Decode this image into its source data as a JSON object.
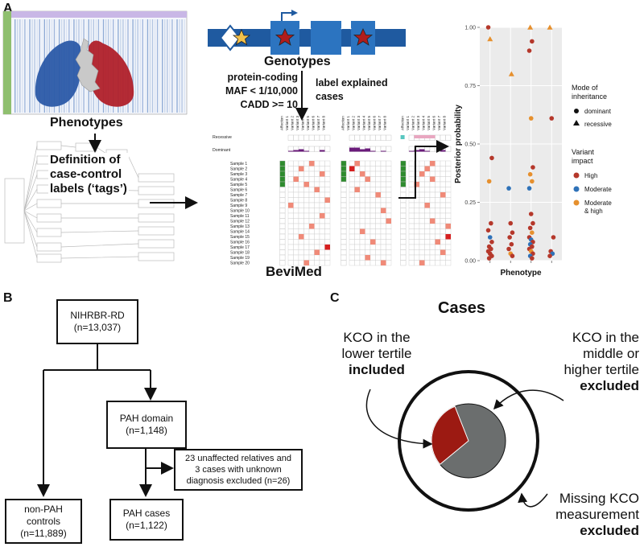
{
  "panel_a": {
    "letter": "A",
    "phenotypes": "Phenotypes",
    "genotypes": "Genotypes",
    "filter_line1": "protein-coding",
    "filter_line2": "MAF < 1/10,000",
    "filter_line3": "CADD >= 10",
    "label_explained_1": "label explained",
    "label_explained_2": "cases",
    "definition_1": "Definition of",
    "definition_2": "case-control",
    "definition_3": "labels (‘tags’)",
    "bevimed": "BeviMed",
    "matrix_row_recessive": "Recessive",
    "matrix_row_dominant": "Dominant",
    "matrix_col_affection": "Affection",
    "variant_labels": [
      "Variant 1",
      "Variant 2",
      "Variant 3",
      "Variant 4",
      "Variant 5",
      "Variant 6",
      "Variant 7",
      "Variant 8"
    ],
    "sample_labels": [
      "Sample 1",
      "Sample 2",
      "Sample 3",
      "Sample 4",
      "Sample 5",
      "Sample 6",
      "Sample 7",
      "Sample 8",
      "Sample 9",
      "Sample 10",
      "Sample 11",
      "Sample 12",
      "Sample 13",
      "Sample 14",
      "Sample 15",
      "Sample 16",
      "Sample 17",
      "Sample 18",
      "Sample 19",
      "Sample 20"
    ],
    "colors": {
      "lung_left": "#2b5aa8",
      "lung_right": "#b0202a",
      "affected": "#2e8b2e",
      "variant_cell": "#f08a78",
      "variant_strong": "#d61f1f",
      "dominant_bar": "#6a1b7a",
      "recessive_bar": "#e8a6c0",
      "gene_blue": "#2766b0",
      "star_red": "#b01c1c",
      "star_gold": "#f2c04a"
    }
  },
  "chart_data": {
    "type": "scatter",
    "ylabel": "Posterior probability",
    "xlabel": "Phenotype",
    "ylim": [
      0,
      1
    ],
    "yticks": [
      "0.00",
      "0.25",
      "0.50",
      "0.75",
      "1.00"
    ],
    "legend": {
      "mode_title_1": "Mode of",
      "mode_title_2": "inheritance",
      "mode_items": [
        "dominant",
        "recessive"
      ],
      "impact_title_1": "Variant",
      "impact_title_2": "impact",
      "impact_items": [
        "High",
        "Moderate",
        "Moderate",
        "& high"
      ],
      "impact_colors": [
        "#b5382b",
        "#2f72b8",
        "#e6902e"
      ]
    },
    "columns": 4,
    "points": [
      {
        "col": 0,
        "y": 1.0,
        "impact": 0,
        "mode": "dominant"
      },
      {
        "col": 0,
        "y": 0.95,
        "impact": 2,
        "mode": "recessive"
      },
      {
        "col": 0,
        "y": 0.44,
        "impact": 0,
        "mode": "dominant"
      },
      {
        "col": 0,
        "y": 0.34,
        "impact": 2,
        "mode": "dominant"
      },
      {
        "col": 0,
        "y": 0.16,
        "impact": 0,
        "mode": "dominant"
      },
      {
        "col": 0,
        "y": 0.13,
        "impact": 0,
        "mode": "dominant"
      },
      {
        "col": 0,
        "y": 0.1,
        "impact": 1,
        "mode": "dominant"
      },
      {
        "col": 0,
        "y": 0.08,
        "impact": 0,
        "mode": "dominant"
      },
      {
        "col": 0,
        "y": 0.06,
        "impact": 0,
        "mode": "dominant"
      },
      {
        "col": 0,
        "y": 0.05,
        "impact": 0,
        "mode": "dominant"
      },
      {
        "col": 0,
        "y": 0.04,
        "impact": 0,
        "mode": "dominant"
      },
      {
        "col": 0,
        "y": 0.03,
        "impact": 0,
        "mode": "dominant"
      },
      {
        "col": 0,
        "y": 0.02,
        "impact": 0,
        "mode": "dominant"
      },
      {
        "col": 0,
        "y": 0.01,
        "impact": 0,
        "mode": "dominant"
      },
      {
        "col": 1,
        "y": 0.8,
        "impact": 2,
        "mode": "recessive"
      },
      {
        "col": 1,
        "y": 0.31,
        "impact": 1,
        "mode": "dominant"
      },
      {
        "col": 1,
        "y": 0.16,
        "impact": 0,
        "mode": "dominant"
      },
      {
        "col": 1,
        "y": 0.12,
        "impact": 0,
        "mode": "dominant"
      },
      {
        "col": 1,
        "y": 0.1,
        "impact": 0,
        "mode": "dominant"
      },
      {
        "col": 1,
        "y": 0.07,
        "impact": 0,
        "mode": "dominant"
      },
      {
        "col": 1,
        "y": 0.05,
        "impact": 0,
        "mode": "dominant"
      },
      {
        "col": 1,
        "y": 0.03,
        "impact": 2,
        "mode": "dominant"
      },
      {
        "col": 1,
        "y": 0.02,
        "impact": 0,
        "mode": "dominant"
      },
      {
        "col": 2,
        "y": 1.0,
        "impact": 2,
        "mode": "recessive"
      },
      {
        "col": 2,
        "y": 0.94,
        "impact": 0,
        "mode": "dominant"
      },
      {
        "col": 2,
        "y": 0.9,
        "impact": 0,
        "mode": "dominant"
      },
      {
        "col": 2,
        "y": 0.61,
        "impact": 2,
        "mode": "dominant"
      },
      {
        "col": 2,
        "y": 0.4,
        "impact": 0,
        "mode": "dominant"
      },
      {
        "col": 2,
        "y": 0.37,
        "impact": 2,
        "mode": "dominant"
      },
      {
        "col": 2,
        "y": 0.34,
        "impact": 2,
        "mode": "dominant"
      },
      {
        "col": 2,
        "y": 0.31,
        "impact": 1,
        "mode": "dominant"
      },
      {
        "col": 2,
        "y": 0.2,
        "impact": 0,
        "mode": "dominant"
      },
      {
        "col": 2,
        "y": 0.16,
        "impact": 0,
        "mode": "dominant"
      },
      {
        "col": 2,
        "y": 0.14,
        "impact": 0,
        "mode": "dominant"
      },
      {
        "col": 2,
        "y": 0.12,
        "impact": 2,
        "mode": "dominant"
      },
      {
        "col": 2,
        "y": 0.1,
        "impact": 0,
        "mode": "dominant"
      },
      {
        "col": 2,
        "y": 0.09,
        "impact": 1,
        "mode": "dominant"
      },
      {
        "col": 2,
        "y": 0.08,
        "impact": 0,
        "mode": "dominant"
      },
      {
        "col": 2,
        "y": 0.07,
        "impact": 1,
        "mode": "dominant"
      },
      {
        "col": 2,
        "y": 0.06,
        "impact": 0,
        "mode": "dominant"
      },
      {
        "col": 2,
        "y": 0.05,
        "impact": 0,
        "mode": "dominant"
      },
      {
        "col": 2,
        "y": 0.04,
        "impact": 2,
        "mode": "dominant"
      },
      {
        "col": 2,
        "y": 0.03,
        "impact": 0,
        "mode": "dominant"
      },
      {
        "col": 2,
        "y": 0.02,
        "impact": 1,
        "mode": "dominant"
      },
      {
        "col": 2,
        "y": 0.01,
        "impact": 0,
        "mode": "dominant"
      },
      {
        "col": 3,
        "y": 1.0,
        "impact": 2,
        "mode": "recessive"
      },
      {
        "col": 3,
        "y": 0.61,
        "impact": 0,
        "mode": "dominant"
      },
      {
        "col": 3,
        "y": 0.1,
        "impact": 0,
        "mode": "dominant"
      },
      {
        "col": 3,
        "y": 0.04,
        "impact": 0,
        "mode": "dominant"
      },
      {
        "col": 3,
        "y": 0.03,
        "impact": 1,
        "mode": "dominant"
      },
      {
        "col": 3,
        "y": 0.02,
        "impact": 0,
        "mode": "dominant"
      }
    ]
  },
  "panel_b": {
    "letter": "B",
    "root_1": "NIHRBR-RD",
    "root_2": "(n=13,037)",
    "pah_domain_1": "PAH domain",
    "pah_domain_2": "(n=1,148)",
    "excluded_1": "23 unaffected relatives and",
    "excluded_2": "3 cases with unknown",
    "excluded_3": "diagnosis excluded (n=26)",
    "controls_1": "non-PAH",
    "controls_2": "controls",
    "controls_3": "(n=11,889)",
    "cases_1": "PAH cases",
    "cases_2": "(n=1,122)"
  },
  "panel_c": {
    "letter": "C",
    "title": "Cases",
    "left_1": "KCO in the",
    "left_2": "lower tertile",
    "left_3": "included",
    "right_1": "KCO in the",
    "right_2": "middle or",
    "right_3": "higher tertile",
    "right_4": "excluded",
    "bottom_1": "Missing KCO",
    "bottom_2": "measurement",
    "bottom_3": "excluded",
    "pie_included_fraction": 0.3,
    "colors": {
      "included": "#9c1a12",
      "excluded": "#6b6e6e"
    }
  }
}
